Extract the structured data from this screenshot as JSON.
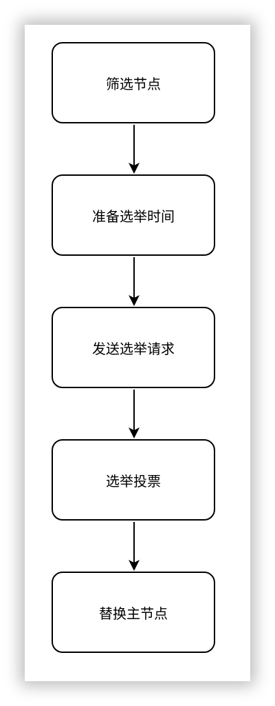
{
  "diagram": {
    "type": "flowchart",
    "nodes": [
      {
        "id": "n1",
        "label": "筛选节点"
      },
      {
        "id": "n2",
        "label": "准备选举时间"
      },
      {
        "id": "n3",
        "label": "发送选举请求"
      },
      {
        "id": "n4",
        "label": "选举投票"
      },
      {
        "id": "n5",
        "label": "替换主节点"
      }
    ],
    "edges": [
      {
        "from": "n1",
        "to": "n2"
      },
      {
        "from": "n2",
        "to": "n3"
      },
      {
        "from": "n3",
        "to": "n4"
      },
      {
        "from": "n4",
        "to": "n5"
      }
    ]
  }
}
